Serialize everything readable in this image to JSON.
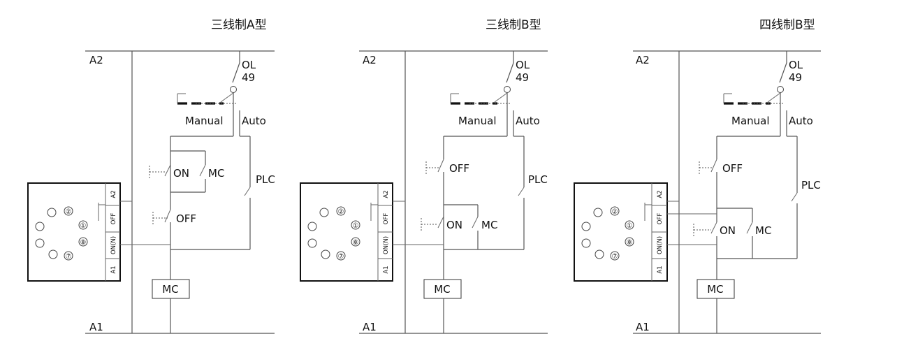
{
  "diagrams": [
    {
      "title": "三线制A型",
      "labels": {
        "a2": "A2",
        "a1": "A1",
        "ol": "OL",
        "ol_num": "49",
        "manual": "Manual",
        "auto": "Auto",
        "plc": "PLC",
        "on": "ON",
        "mc_contact": "MC",
        "off": "OFF",
        "coil": "MC"
      },
      "terminals": [
        "A2",
        "OFF",
        "ON(N)",
        "A1"
      ],
      "dial_numbers": [
        "②",
        "①",
        "⑧",
        "⑦"
      ]
    },
    {
      "title": "三线制B型",
      "labels": {
        "a2": "A2",
        "a1": "A1",
        "ol": "OL",
        "ol_num": "49",
        "manual": "Manual",
        "auto": "Auto",
        "plc": "PLC",
        "on": "ON",
        "mc_contact": "MC",
        "off": "OFF",
        "coil": "MC"
      },
      "terminals": [
        "A2",
        "OFF",
        "ON(N)",
        "A1"
      ],
      "dial_numbers": [
        "②",
        "①",
        "⑧",
        "⑦"
      ]
    },
    {
      "title": "四线制B型",
      "labels": {
        "a2": "A2",
        "a1": "A1",
        "ol": "OL",
        "ol_num": "49",
        "manual": "Manual",
        "auto": "Auto",
        "plc": "PLC",
        "on": "ON",
        "mc_contact": "MC",
        "off": "OFF",
        "coil": "MC"
      },
      "terminals": [
        "A2",
        "OFF",
        "ON(N)",
        "A1"
      ],
      "dial_numbers": [
        "②",
        "①",
        "⑧",
        "⑦"
      ]
    }
  ]
}
